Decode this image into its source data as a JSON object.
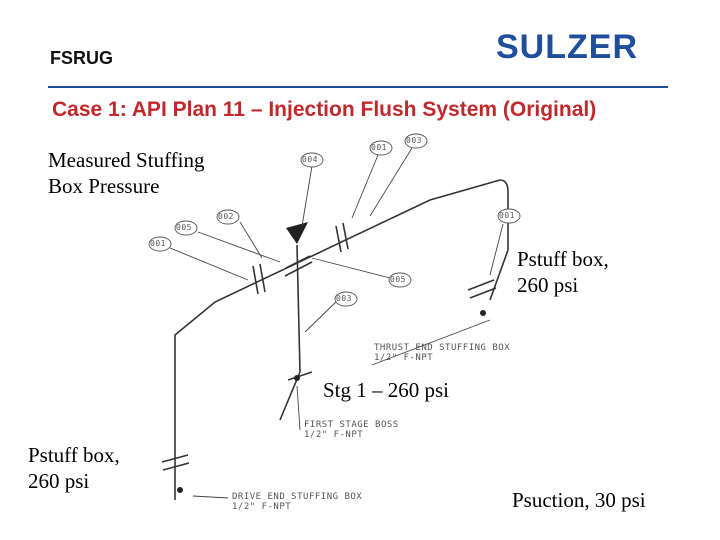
{
  "header": {
    "org": "FSRUG",
    "logo": "SULZER",
    "title": "Case 1:  API Plan 11 – Injection Flush System (Original)"
  },
  "annotations": {
    "measured_line1": "Measured Stuffing",
    "measured_line2": "Box Pressure",
    "pstuff_right_line1": "Pstuff box,",
    "pstuff_right_line2": "260 psi",
    "stg1": "Stg 1 – 260 psi",
    "pstuff_left_line1": "Pstuff box,",
    "pstuff_left_line2": "260 psi",
    "psuction": "Psuction, 30 psi"
  },
  "drawing": {
    "bubbles": [
      "004",
      "001",
      "003",
      "002",
      "005",
      "001",
      "001",
      "005",
      "003"
    ],
    "thrust_line1": "THRUST END STUFFING BOX",
    "thrust_line2": "1/2\" F-NPT",
    "first_line1": "FIRST STAGE BOSS",
    "first_line2": "1/2\" F-NPT",
    "drive_line1": "DRIVE END STUFFING BOX",
    "drive_line2": "1/2\" F-NPT"
  },
  "colors": {
    "brand_blue": "#1f4e9c",
    "title_red": "#c0282c",
    "drawing_line": "#333333"
  }
}
